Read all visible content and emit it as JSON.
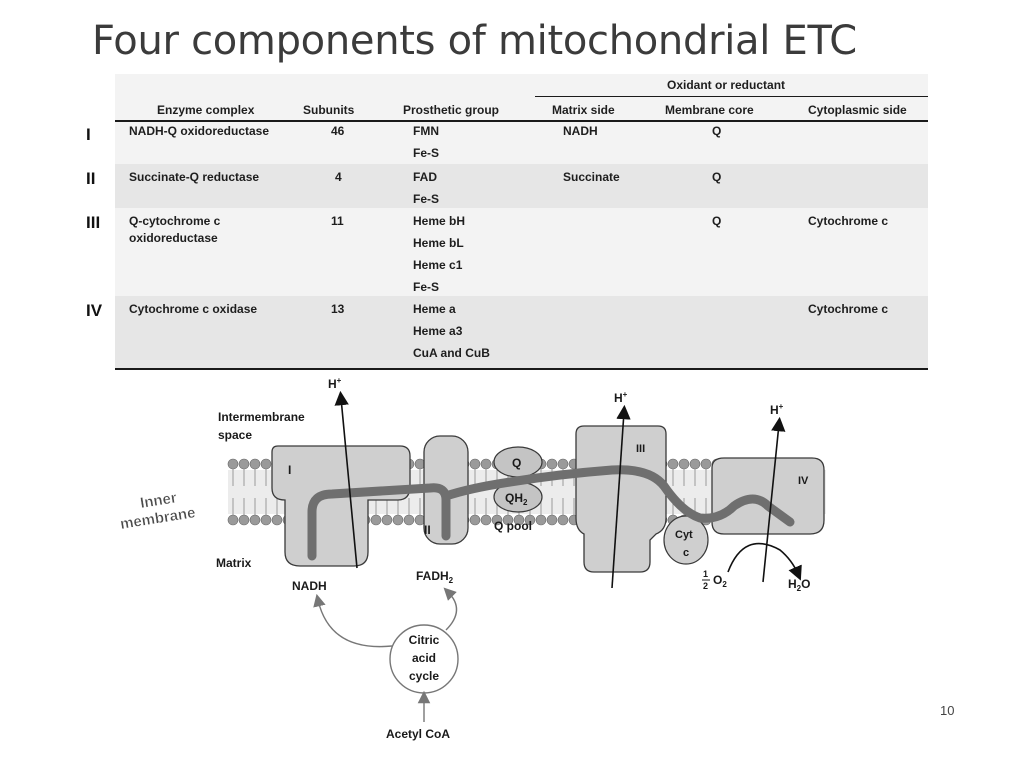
{
  "title": "Four components of mitochondrial ETC",
  "table": {
    "group_header": "Oxidant or reductant",
    "columns": [
      "Enzyme complex",
      "Subunits",
      "Prosthetic group",
      "Matrix side",
      "Membrane core",
      "Cytoplasmic side"
    ],
    "rows": [
      {
        "numeral": "I",
        "enzyme": [
          "NADH-Q oxidoreductase"
        ],
        "subunits": "46",
        "groups": [
          "FMN",
          "Fe-S"
        ],
        "matrix": "NADH",
        "core": "Q",
        "cyto": ""
      },
      {
        "numeral": "II",
        "enzyme": [
          "Succinate-Q reductase"
        ],
        "subunits": "4",
        "groups": [
          "FAD",
          "Fe-S"
        ],
        "matrix": "Succinate",
        "core": "Q",
        "cyto": ""
      },
      {
        "numeral": "III",
        "enzyme": [
          "Q-cytochrome c",
          "oxidoreductase"
        ],
        "subunits": "11",
        "groups": [
          "Heme bH",
          "Heme bL",
          "Heme c1",
          "Fe-S"
        ],
        "matrix": "",
        "core": "Q",
        "cyto": "Cytochrome c"
      },
      {
        "numeral": "IV",
        "enzyme": [
          "Cytochrome c oxidase"
        ],
        "subunits": "13",
        "groups": [
          "Heme a",
          "Heme a3",
          "CuA and CuB"
        ],
        "matrix": "",
        "core": "",
        "cyto": "Cytochrome c"
      }
    ]
  },
  "diagram": {
    "labels": {
      "intermembrane_1": "Intermembrane",
      "intermembrane_2": "space",
      "inner_1": "Inner",
      "inner_2": "membrane",
      "matrix": "Matrix",
      "proton": "H",
      "plus": "+",
      "complex_1": "I",
      "complex_2": "II",
      "complex_3": "III",
      "complex_4": "IV",
      "q": "Q",
      "qh2": "QH",
      "sub2": "2",
      "q_pool": "Q pool",
      "cyt": "Cyt",
      "cyt_c": "c",
      "nadh": "NADH",
      "fadh2": "FADH",
      "half_num": "1",
      "half_den": "2",
      "o2": "O",
      "h2o_h": "H",
      "h2o_o": "O",
      "citric_1": "Citric",
      "citric_2": "acid",
      "citric_3": "cycle",
      "acetyl_coa": "Acetyl CoA"
    },
    "colors": {
      "protein_fill": "#cfcfcf",
      "protein_stroke": "#3a3a3a",
      "electron_path": "#6f6f6f",
      "lipid_head": "#9a9a9a",
      "table_band": "#e6e6e6"
    }
  },
  "page_number": "10"
}
